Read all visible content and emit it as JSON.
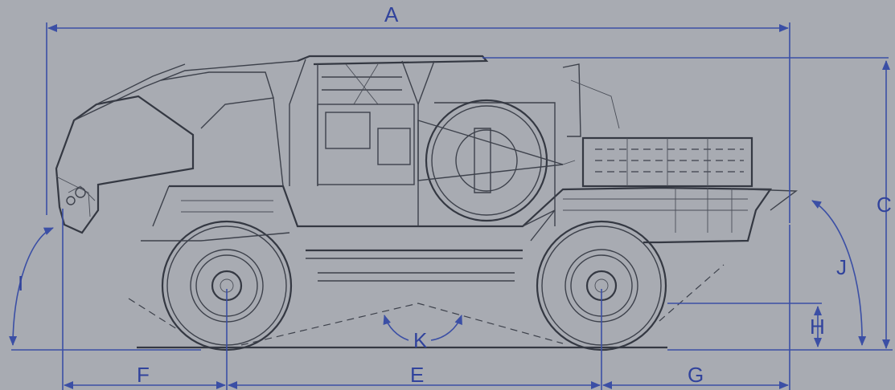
{
  "diagram": {
    "dimension_labels": {
      "A": "A",
      "C": "C",
      "E": "E",
      "F": "F",
      "G": "G",
      "H": "H",
      "I": "I",
      "J": "J",
      "K": "K"
    },
    "colors": {
      "background": "#a8abb2",
      "dimension_line": "#3b4fa5",
      "dimension_text": "#31439c",
      "vehicle_line": "#343842"
    }
  }
}
